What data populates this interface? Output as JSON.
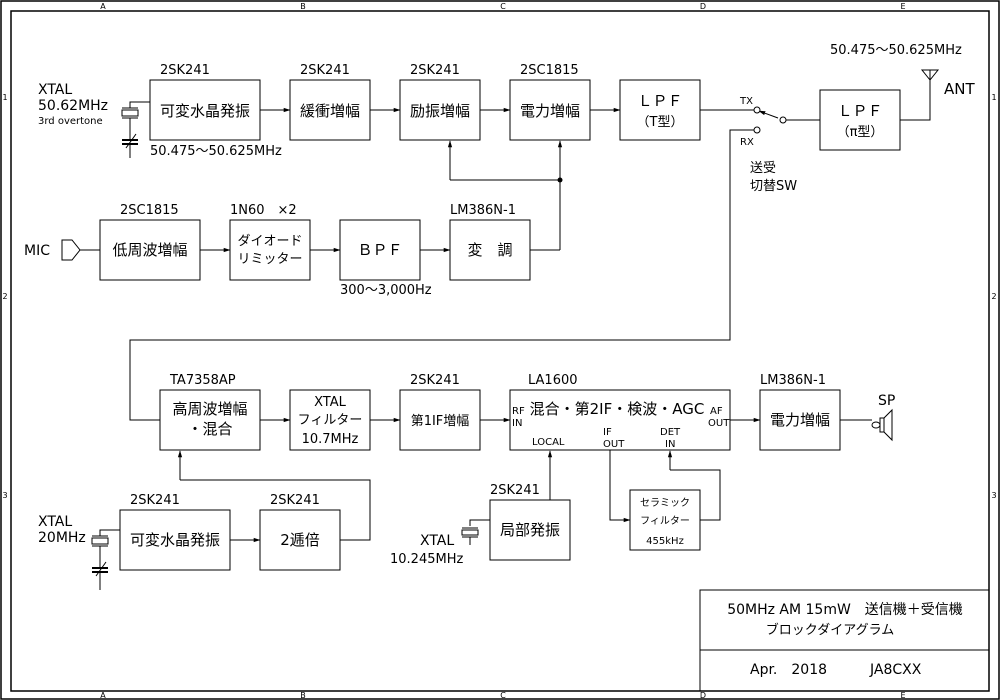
{
  "sheet": {
    "columns": [
      "A",
      "B",
      "C",
      "D",
      "E"
    ],
    "rows": [
      "1",
      "2",
      "3"
    ]
  },
  "tx": {
    "vxo": {
      "part": "2SK241",
      "label": "可変水晶発振",
      "range": "50.475～50.625MHz"
    },
    "xtal": {
      "lines": [
        "XTAL",
        "50.62MHz",
        "3rd overtone"
      ]
    },
    "buffer": {
      "part": "2SK241",
      "label": "緩衝増幅"
    },
    "driver": {
      "part": "2SK241",
      "label": "励振増幅"
    },
    "power": {
      "part": "2SC1815",
      "label": "電力増幅"
    },
    "lpf_t": {
      "label": "ＬＰＦ",
      "sub": "（T型）"
    },
    "mic": {
      "label": "MIC"
    },
    "af_amp": {
      "part": "2SC1815",
      "label": "低周波増幅"
    },
    "limiter": {
      "part": "1N60　×2",
      "lines": [
        "ダイオード",
        "リミッター"
      ]
    },
    "bpf": {
      "label": "ＢＰＦ",
      "range": "300～3,000Hz"
    },
    "modulator": {
      "part": "LM386N-1",
      "label": "変　調"
    }
  },
  "switch": {
    "tx": "TX",
    "rx": "RX",
    "lines": [
      "送受",
      "切替SW"
    ]
  },
  "antenna": {
    "label": "ANT",
    "range": "50.475～50.625MHz",
    "lpf_pi": {
      "label": "ＬＰＦ",
      "sub": "（π型）"
    }
  },
  "rx": {
    "rf_mix": {
      "part": "TA7358AP",
      "lines": [
        "高周波増幅",
        "・混合"
      ]
    },
    "xtal_filter": {
      "lines": [
        "XTAL",
        "フィルター",
        "10.7MHz"
      ]
    },
    "if1": {
      "part": "2SK241",
      "label": "第1IF増幅"
    },
    "la1600": {
      "part": "LA1600",
      "label": "混合・第2IF・検波・AGC",
      "pins": {
        "rf_in": [
          "RF",
          "IN"
        ],
        "af_out": [
          "AF",
          "OUT"
        ],
        "local": "LOCAL",
        "if_out": [
          "IF",
          "OUT"
        ],
        "det_in": [
          "DET",
          "IN"
        ]
      }
    },
    "af_power": {
      "part": "LM386N-1",
      "label": "電力増幅"
    },
    "speaker": {
      "label": "SP"
    },
    "vxo": {
      "part": "2SK241",
      "label": "可変水晶発振"
    },
    "xtal": {
      "lines": [
        "XTAL",
        "20MHz"
      ]
    },
    "doubler": {
      "part": "2SK241",
      "label": "2逓倍"
    },
    "local_osc": {
      "part": "2SK241",
      "label": "局部発振"
    },
    "local_xtal": {
      "lines": [
        "XTAL",
        "10.245MHz"
      ]
    },
    "ceramic": {
      "lines": [
        "セラミック",
        "フィルター",
        "455kHz"
      ]
    }
  },
  "title_block": {
    "title": "50MHz AM 15mW　送信機＋受信機",
    "subtitle": "ブロックダイアグラム",
    "date": "Apr.　2018",
    "author": "JA8CXX"
  }
}
